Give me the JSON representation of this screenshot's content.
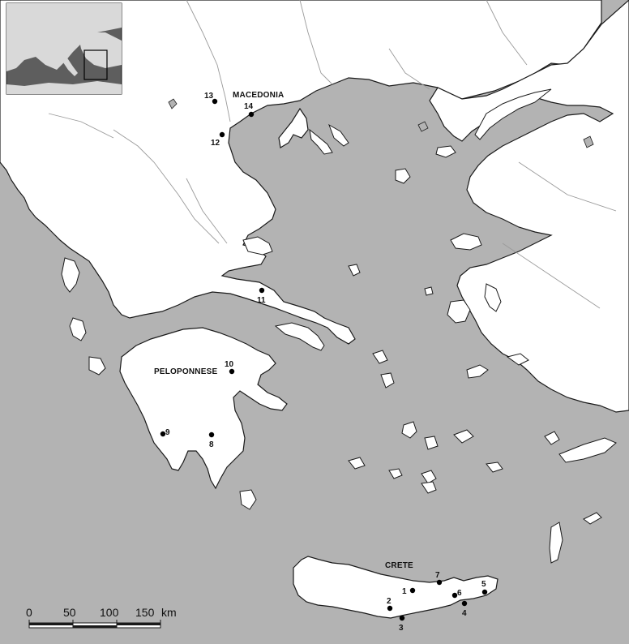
{
  "colors": {
    "sea": "#b3b3b3",
    "land": "#ffffff",
    "coast": "#1a1a1a",
    "river": "#9a9a9a",
    "inset_sea": "#5e5e5e",
    "inset_land": "#d9d9d9"
  },
  "labels": {
    "macedonia": "MACEDONIA",
    "peloponnese": "PELOPONNESE",
    "crete": "CRETE"
  },
  "sites": [
    {
      "id": "1",
      "label": "1"
    },
    {
      "id": "2",
      "label": "2"
    },
    {
      "id": "3",
      "label": "3"
    },
    {
      "id": "4",
      "label": "4"
    },
    {
      "id": "5",
      "label": "5"
    },
    {
      "id": "6",
      "label": "6"
    },
    {
      "id": "7",
      "label": "7"
    },
    {
      "id": "8",
      "label": "8"
    },
    {
      "id": "9",
      "label": "9"
    },
    {
      "id": "10",
      "label": "10"
    },
    {
      "id": "11",
      "label": "11"
    },
    {
      "id": "12",
      "label": "12"
    },
    {
      "id": "13",
      "label": "13"
    },
    {
      "id": "14",
      "label": "14"
    }
  ],
  "scale_bar": {
    "ticks": [
      "0",
      "50",
      "100",
      "150"
    ],
    "unit": "km"
  },
  "inset": {
    "icon": "overview-locator-map"
  }
}
